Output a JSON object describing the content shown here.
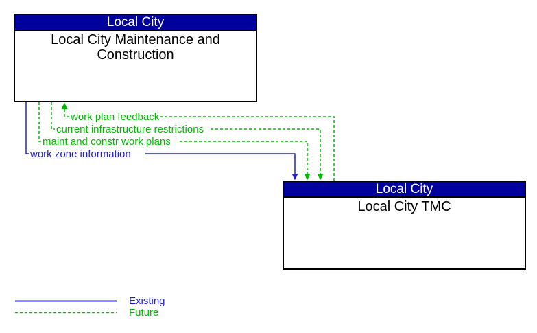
{
  "entities": {
    "maintenance": {
      "header": "Local City",
      "name": "Local City Maintenance and Construction"
    },
    "tmc": {
      "header": "Local City",
      "name": "Local City TMC"
    }
  },
  "flows": [
    {
      "label": "work plan feedback",
      "status": "future",
      "from": "Local City TMC",
      "to": "Local City Maintenance and Construction"
    },
    {
      "label": "current infrastructure restrictions",
      "status": "future",
      "from": "Local City TMC",
      "to": "Local City Maintenance and Construction"
    },
    {
      "label": "maint and constr work plans",
      "status": "future",
      "from": "Local City Maintenance and Construction",
      "to": "Local City TMC"
    },
    {
      "label": "work zone information",
      "status": "existing",
      "from": "Local City Maintenance and Construction",
      "to": "Local City TMC"
    }
  ],
  "legend": {
    "existing_label": "Existing",
    "future_label": "Future"
  },
  "colors": {
    "existing": "#2222cc",
    "future": "#00bb00",
    "header_bg": "#00009c",
    "header_text": "#ffffff",
    "box_border": "#000000",
    "body_text": "#000000",
    "background": "#ffffff"
  }
}
